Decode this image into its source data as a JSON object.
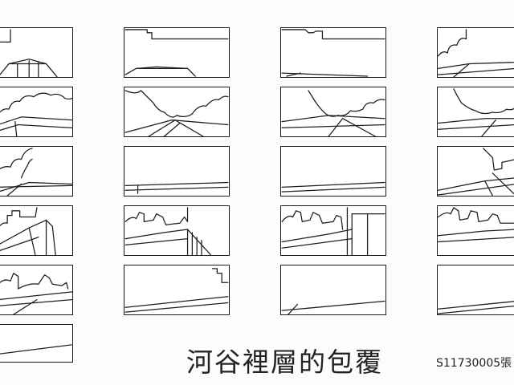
{
  "sheet": {
    "title": "河谷裡層的包覆",
    "student_code": "S11730005張"
  },
  "frames": {
    "columns": 4,
    "rows": [
      5,
      5,
      5,
      5
    ],
    "extra_bottom_left": 1,
    "total": 21
  }
}
